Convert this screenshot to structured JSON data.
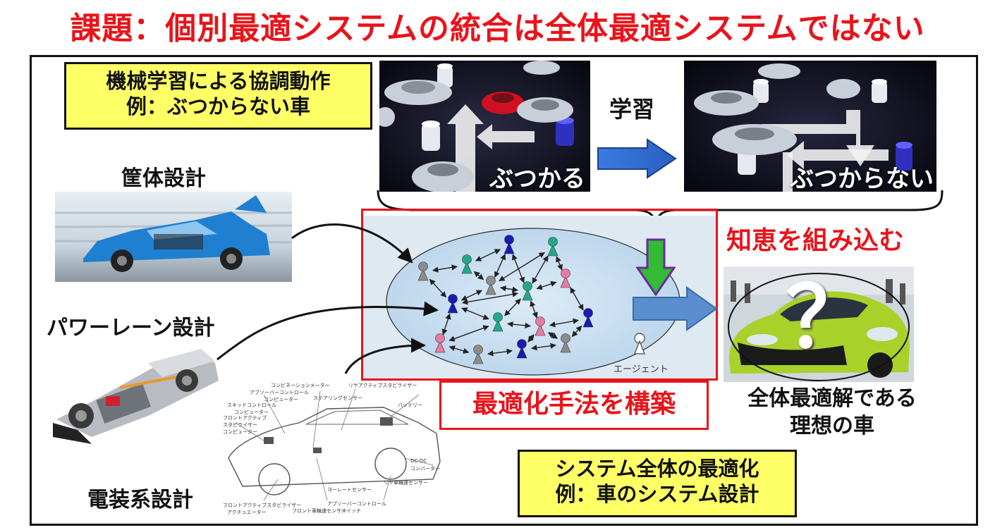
{
  "title": "課題：個別最適システムの統合は全体最適システムではない",
  "ml_box": {
    "line1": "機械学習による協調動作",
    "line2": "例：ぶつからない車"
  },
  "learning_label": "学習",
  "collide_caption": "ぶつかる",
  "no_collide_caption": "ぶつからない",
  "incorporate_label": "知恵を組み込む",
  "chassis_label": "筐体設計",
  "powertrain_label": "パワーレーン設計",
  "electrical_label": "電装系設計",
  "agent_label": "エージェント",
  "method_box": "最適化手法を構築",
  "ideal_car_label": {
    "line1": "全体最適解である",
    "line2": "理想の車"
  },
  "question_mark": "？",
  "system_box": {
    "line1": "システム全体の最適化",
    "line2": "例：車のシステム設計"
  },
  "wiring_labels": [
    "コンビネーションメーター",
    "アブソーバーコントロール",
    "コンピューター",
    "ステアリングセンサー",
    "スキッドコントロール",
    "コンピューター",
    "バッテリー",
    "フロントアクティブ",
    "スタビライザー",
    "コンピューター",
    "リヤアクティブスタビライザー",
    "DC-DC",
    "コンバーター",
    "ヨーレートセンサー",
    "フロントアクティブスタビライザー",
    "アクチュエーター",
    "フロント車輪速センサー",
    "リヤ車輪速センサー",
    "アブソーバーコントロール",
    "スイッチ"
  ],
  "colors": {
    "title_red": "#e8141b",
    "yellow_box": "#ffff66",
    "arrow_blue": "#2f6fd6",
    "arrow_green": "#33bb33",
    "agent_gray": "#8c8c8c",
    "agent_blue": "#1a1ab5",
    "agent_green": "#22aa88",
    "agent_pink": "#e97aa0",
    "car_lime": "#a8d12a"
  }
}
